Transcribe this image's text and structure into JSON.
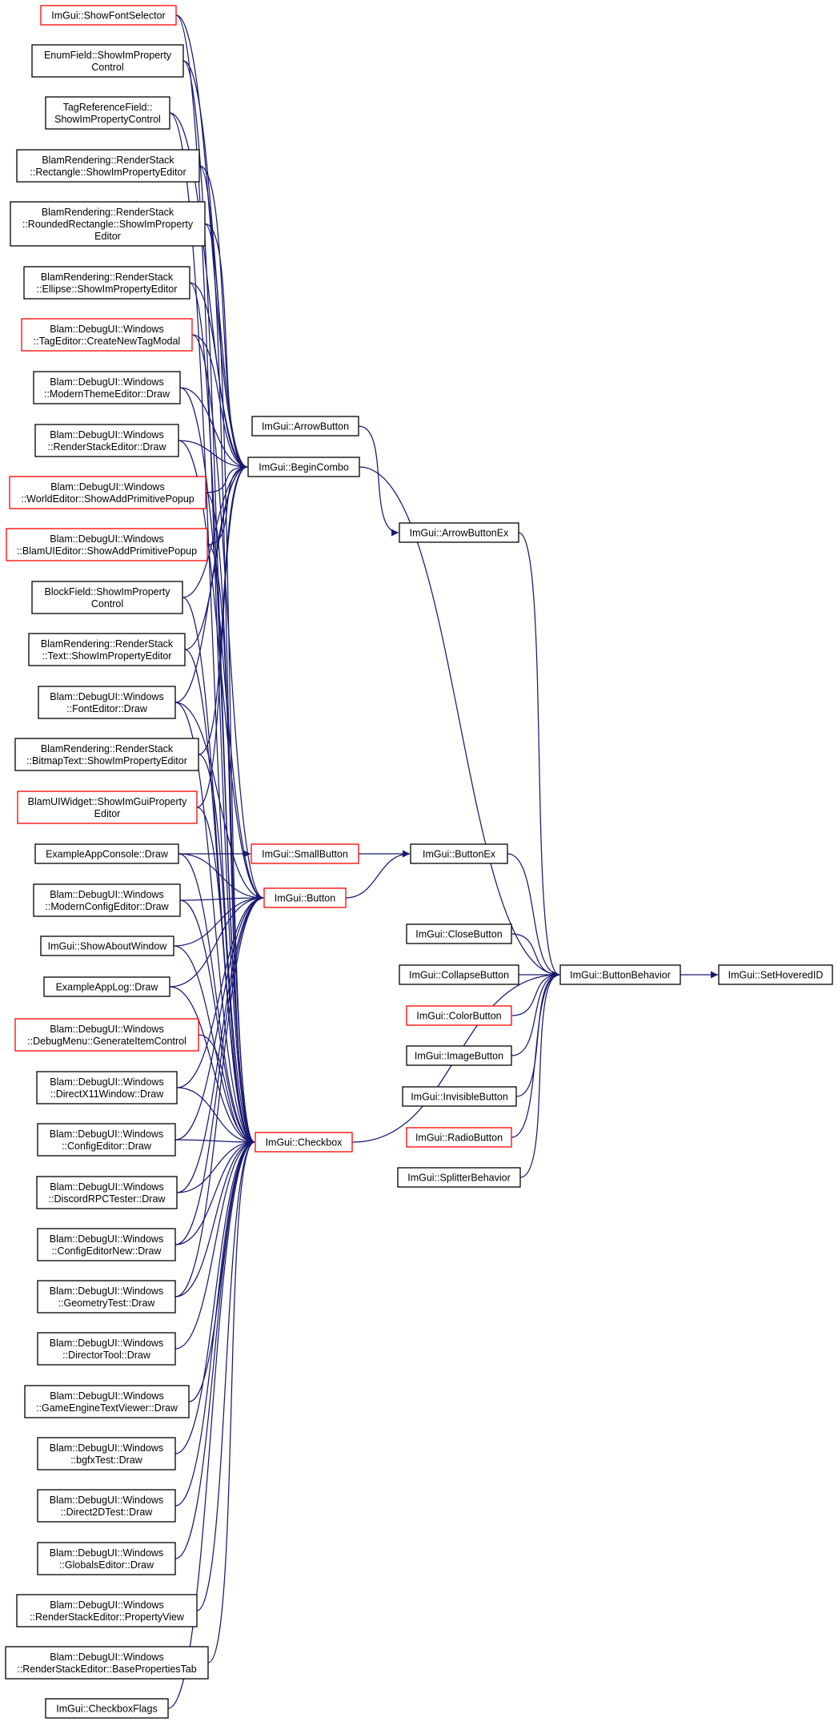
{
  "colors": {
    "edge": "#191970",
    "node_border": "#000000",
    "node_border_truncated": "#ff0000",
    "node_fill": "#ffffff",
    "node_fill_focus": "#bfbfbf"
  },
  "nodes": [
    {
      "id": "show-font-selector",
      "lines": [
        "ImGui::ShowFontSelector"
      ],
      "border": "red"
    },
    {
      "id": "enum-field",
      "lines": [
        "EnumField::ShowImProperty",
        "Control"
      ],
      "border": "black"
    },
    {
      "id": "tag-reference-field",
      "lines": [
        "TagReferenceField::",
        "ShowImPropertyControl"
      ],
      "border": "black"
    },
    {
      "id": "rs-rectangle",
      "lines": [
        "BlamRendering::RenderStack",
        "::Rectangle::ShowImPropertyEditor"
      ],
      "border": "black"
    },
    {
      "id": "rs-rounded-rectangle",
      "lines": [
        "BlamRendering::RenderStack",
        "::RoundedRectangle::ShowImProperty",
        "Editor"
      ],
      "border": "black"
    },
    {
      "id": "rs-ellipse",
      "lines": [
        "BlamRendering::RenderStack",
        "::Ellipse::ShowImPropertyEditor"
      ],
      "border": "black"
    },
    {
      "id": "tag-editor-modal",
      "lines": [
        "Blam::DebugUI::Windows",
        "::TagEditor::CreateNewTagModal"
      ],
      "border": "red"
    },
    {
      "id": "modern-theme-editor",
      "lines": [
        "Blam::DebugUI::Windows",
        "::ModernThemeEditor::Draw"
      ],
      "border": "black"
    },
    {
      "id": "render-stack-editor-draw",
      "lines": [
        "Blam::DebugUI::Windows",
        "::RenderStackEditor::Draw"
      ],
      "border": "black"
    },
    {
      "id": "world-editor-popup",
      "lines": [
        "Blam::DebugUI::Windows",
        "::WorldEditor::ShowAddPrimitivePopup"
      ],
      "border": "red"
    },
    {
      "id": "blamui-editor-popup",
      "lines": [
        "Blam::DebugUI::Windows",
        "::BlamUIEditor::ShowAddPrimitivePopup"
      ],
      "border": "red"
    },
    {
      "id": "block-field",
      "lines": [
        "BlockField::ShowImProperty",
        "Control"
      ],
      "border": "black"
    },
    {
      "id": "rs-text",
      "lines": [
        "BlamRendering::RenderStack",
        "::Text::ShowImPropertyEditor"
      ],
      "border": "black"
    },
    {
      "id": "font-editor",
      "lines": [
        "Blam::DebugUI::Windows",
        "::FontEditor::Draw"
      ],
      "border": "black"
    },
    {
      "id": "rs-bitmap-text",
      "lines": [
        "BlamRendering::RenderStack",
        "::BitmapText::ShowImPropertyEditor"
      ],
      "border": "black"
    },
    {
      "id": "blamui-widget",
      "lines": [
        "BlamUIWidget::ShowImGuiProperty",
        "Editor"
      ],
      "border": "red"
    },
    {
      "id": "example-app-console",
      "lines": [
        "ExampleAppConsole::Draw"
      ],
      "border": "black"
    },
    {
      "id": "modern-config-editor",
      "lines": [
        "Blam::DebugUI::Windows",
        "::ModernConfigEditor::Draw"
      ],
      "border": "black"
    },
    {
      "id": "show-about-window",
      "lines": [
        "ImGui::ShowAboutWindow"
      ],
      "border": "black"
    },
    {
      "id": "example-app-log",
      "lines": [
        "ExampleAppLog::Draw"
      ],
      "border": "black"
    },
    {
      "id": "debug-menu",
      "lines": [
        "Blam::DebugUI::Windows",
        "::DebugMenu::GenerateItemControl"
      ],
      "border": "red"
    },
    {
      "id": "directx11-window",
      "lines": [
        "Blam::DebugUI::Windows",
        "::DirectX11Window::Draw"
      ],
      "border": "black"
    },
    {
      "id": "config-editor",
      "lines": [
        "Blam::DebugUI::Windows",
        "::ConfigEditor::Draw"
      ],
      "border": "black"
    },
    {
      "id": "discord-rpc-tester",
      "lines": [
        "Blam::DebugUI::Windows",
        "::DiscordRPCTester::Draw"
      ],
      "border": "black"
    },
    {
      "id": "config-editor-new",
      "lines": [
        "Blam::DebugUI::Windows",
        "::ConfigEditorNew::Draw"
      ],
      "border": "black"
    },
    {
      "id": "geometry-test",
      "lines": [
        "Blam::DebugUI::Windows",
        "::GeometryTest::Draw"
      ],
      "border": "black"
    },
    {
      "id": "director-tool",
      "lines": [
        "Blam::DebugUI::Windows",
        "::DirectorTool::Draw"
      ],
      "border": "black"
    },
    {
      "id": "game-engine-text-viewer",
      "lines": [
        "Blam::DebugUI::Windows",
        "::GameEngineTextViewer::Draw"
      ],
      "border": "black"
    },
    {
      "id": "bgfx-test",
      "lines": [
        "Blam::DebugUI::Windows",
        "::bgfxTest::Draw"
      ],
      "border": "black"
    },
    {
      "id": "direct2d-test",
      "lines": [
        "Blam::DebugUI::Windows",
        "::Direct2DTest::Draw"
      ],
      "border": "black"
    },
    {
      "id": "globals-editor",
      "lines": [
        "Blam::DebugUI::Windows",
        "::GlobalsEditor::Draw"
      ],
      "border": "black"
    },
    {
      "id": "rse-property-view",
      "lines": [
        "Blam::DebugUI::Windows",
        "::RenderStackEditor::PropertyView"
      ],
      "border": "black"
    },
    {
      "id": "rse-base-properties-tab",
      "lines": [
        "Blam::DebugUI::Windows",
        "::RenderStackEditor::BasePropertiesTab"
      ],
      "border": "black"
    },
    {
      "id": "checkbox-flags",
      "lines": [
        "ImGui::CheckboxFlags"
      ],
      "border": "black"
    },
    {
      "id": "arrow-button",
      "lines": [
        "ImGui::ArrowButton"
      ],
      "border": "black"
    },
    {
      "id": "begin-combo",
      "lines": [
        "ImGui::BeginCombo"
      ],
      "border": "black"
    },
    {
      "id": "small-button",
      "lines": [
        "ImGui::SmallButton"
      ],
      "border": "red"
    },
    {
      "id": "button",
      "lines": [
        "ImGui::Button"
      ],
      "border": "red"
    },
    {
      "id": "checkbox",
      "lines": [
        "ImGui::Checkbox"
      ],
      "border": "red"
    },
    {
      "id": "arrow-button-ex",
      "lines": [
        "ImGui::ArrowButtonEx"
      ],
      "border": "black"
    },
    {
      "id": "button-ex",
      "lines": [
        "ImGui::ButtonEx"
      ],
      "border": "black"
    },
    {
      "id": "close-button",
      "lines": [
        "ImGui::CloseButton"
      ],
      "border": "black"
    },
    {
      "id": "collapse-button",
      "lines": [
        "ImGui::CollapseButton"
      ],
      "border": "black"
    },
    {
      "id": "color-button",
      "lines": [
        "ImGui::ColorButton"
      ],
      "border": "red"
    },
    {
      "id": "image-button",
      "lines": [
        "ImGui::ImageButton"
      ],
      "border": "black"
    },
    {
      "id": "invisible-button",
      "lines": [
        "ImGui::InvisibleButton"
      ],
      "border": "black"
    },
    {
      "id": "radio-button",
      "lines": [
        "ImGui::RadioButton"
      ],
      "border": "red"
    },
    {
      "id": "splitter-behavior",
      "lines": [
        "ImGui::SplitterBehavior"
      ],
      "border": "black"
    },
    {
      "id": "button-behavior",
      "lines": [
        "ImGui::ButtonBehavior"
      ],
      "border": "black"
    },
    {
      "id": "set-hovered-id",
      "lines": [
        "ImGui::SetHoveredID"
      ],
      "border": "black",
      "focus": true
    }
  ],
  "edges": [
    [
      "show-font-selector",
      "begin-combo"
    ],
    [
      "enum-field",
      "begin-combo"
    ],
    [
      "tag-reference-field",
      "begin-combo"
    ],
    [
      "rs-rectangle",
      "begin-combo"
    ],
    [
      "rs-rounded-rectangle",
      "begin-combo"
    ],
    [
      "rs-ellipse",
      "begin-combo"
    ],
    [
      "tag-editor-modal",
      "begin-combo"
    ],
    [
      "modern-theme-editor",
      "begin-combo"
    ],
    [
      "render-stack-editor-draw",
      "begin-combo"
    ],
    [
      "world-editor-popup",
      "begin-combo"
    ],
    [
      "blamui-editor-popup",
      "begin-combo"
    ],
    [
      "block-field",
      "begin-combo"
    ],
    [
      "rs-text",
      "begin-combo"
    ],
    [
      "font-editor",
      "begin-combo"
    ],
    [
      "rs-bitmap-text",
      "begin-combo"
    ],
    [
      "blamui-widget",
      "begin-combo"
    ],
    [
      "example-app-console",
      "small-button"
    ],
    [
      "example-app-console",
      "button"
    ],
    [
      "modern-theme-editor",
      "button"
    ],
    [
      "render-stack-editor-draw",
      "button"
    ],
    [
      "font-editor",
      "button"
    ],
    [
      "tag-editor-modal",
      "button"
    ],
    [
      "modern-config-editor",
      "button"
    ],
    [
      "show-about-window",
      "button"
    ],
    [
      "example-app-log",
      "button"
    ],
    [
      "directx11-window",
      "button"
    ],
    [
      "config-editor",
      "button"
    ],
    [
      "discord-rpc-tester",
      "button"
    ],
    [
      "config-editor-new",
      "button"
    ],
    [
      "geometry-test",
      "button"
    ],
    [
      "show-font-selector",
      "checkbox"
    ],
    [
      "enum-field",
      "checkbox"
    ],
    [
      "tag-reference-field",
      "checkbox"
    ],
    [
      "rs-rectangle",
      "checkbox"
    ],
    [
      "rs-rounded-rectangle",
      "checkbox"
    ],
    [
      "rs-ellipse",
      "checkbox"
    ],
    [
      "world-editor-popup",
      "checkbox"
    ],
    [
      "blamui-editor-popup",
      "checkbox"
    ],
    [
      "block-field",
      "checkbox"
    ],
    [
      "rs-text",
      "checkbox"
    ],
    [
      "font-editor",
      "checkbox"
    ],
    [
      "rs-bitmap-text",
      "checkbox"
    ],
    [
      "blamui-widget",
      "checkbox"
    ],
    [
      "example-app-console",
      "checkbox"
    ],
    [
      "modern-config-editor",
      "checkbox"
    ],
    [
      "show-about-window",
      "checkbox"
    ],
    [
      "example-app-log",
      "checkbox"
    ],
    [
      "debug-menu",
      "checkbox"
    ],
    [
      "directx11-window",
      "checkbox"
    ],
    [
      "config-editor",
      "checkbox"
    ],
    [
      "discord-rpc-tester",
      "checkbox"
    ],
    [
      "config-editor-new",
      "checkbox"
    ],
    [
      "geometry-test",
      "checkbox"
    ],
    [
      "director-tool",
      "checkbox"
    ],
    [
      "game-engine-text-viewer",
      "checkbox"
    ],
    [
      "bgfx-test",
      "checkbox"
    ],
    [
      "direct2d-test",
      "checkbox"
    ],
    [
      "globals-editor",
      "checkbox"
    ],
    [
      "rse-property-view",
      "checkbox"
    ],
    [
      "rse-base-properties-tab",
      "checkbox"
    ],
    [
      "checkbox-flags",
      "checkbox"
    ],
    [
      "arrow-button",
      "arrow-button-ex"
    ],
    [
      "small-button",
      "button-ex"
    ],
    [
      "button",
      "button-ex"
    ],
    [
      "begin-combo",
      "button-behavior"
    ],
    [
      "arrow-button-ex",
      "button-behavior"
    ],
    [
      "button-ex",
      "button-behavior"
    ],
    [
      "checkbox",
      "button-behavior"
    ],
    [
      "close-button",
      "button-behavior"
    ],
    [
      "collapse-button",
      "button-behavior"
    ],
    [
      "color-button",
      "button-behavior"
    ],
    [
      "image-button",
      "button-behavior"
    ],
    [
      "invisible-button",
      "button-behavior"
    ],
    [
      "radio-button",
      "button-behavior"
    ],
    [
      "splitter-behavior",
      "button-behavior"
    ],
    [
      "button-behavior",
      "set-hovered-id"
    ]
  ]
}
